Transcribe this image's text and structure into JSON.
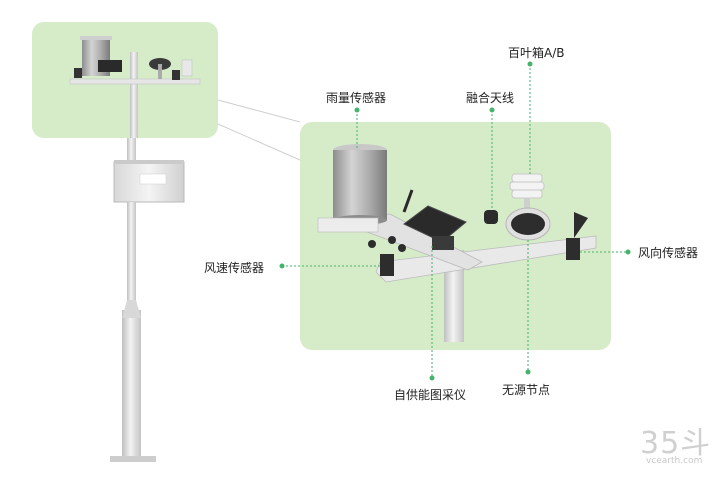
{
  "labels": {
    "rain": "雨量传感器",
    "antenna": "融合天线",
    "louver": "百叶箱A/B",
    "wind_speed": "风速传感器",
    "wind_dir": "风向传感器",
    "collector": "自供能图采仪",
    "node": "无源节点"
  },
  "watermark": {
    "number": "35斗",
    "site": "vcearth.com"
  },
  "colors": {
    "panel": "#d6ecc9",
    "leader": "#45b36b",
    "pole": "#e3e3e3"
  }
}
